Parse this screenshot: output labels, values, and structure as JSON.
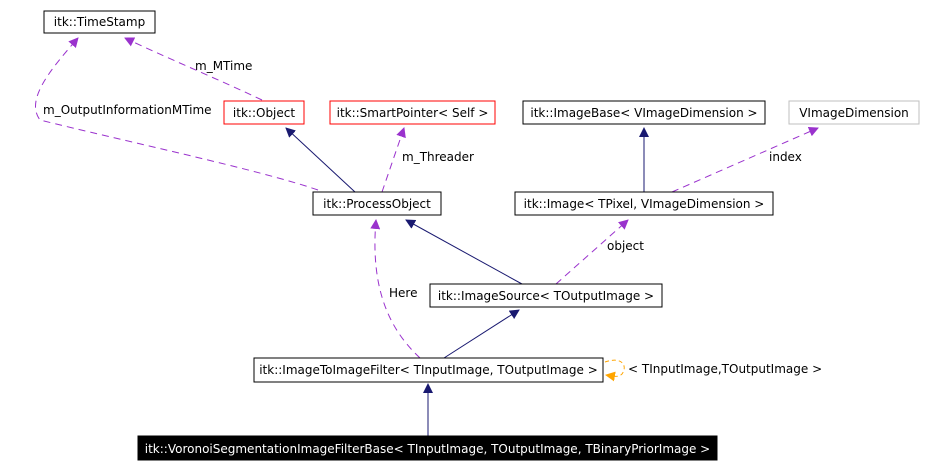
{
  "nodes": {
    "timestamp": {
      "label": "itk::TimeStamp",
      "border": "#000000",
      "fill": "#ffffff",
      "text": "#000000"
    },
    "object": {
      "label": "itk::Object",
      "border": "#ff0000",
      "fill": "#ffffff",
      "text": "#000000"
    },
    "smartpointer": {
      "label": "itk::SmartPointer< Self >",
      "border": "#ff0000",
      "fill": "#ffffff",
      "text": "#000000"
    },
    "imagebase": {
      "label": "itk::ImageBase< VImageDimension >",
      "border": "#000000",
      "fill": "#ffffff",
      "text": "#000000"
    },
    "vimagedimension": {
      "label": "VImageDimension",
      "border": "#bfbfbf",
      "fill": "#ffffff",
      "text": "#000000"
    },
    "processobject": {
      "label": "itk::ProcessObject",
      "border": "#000000",
      "fill": "#ffffff",
      "text": "#000000"
    },
    "image": {
      "label": "itk::Image< TPixel, VImageDimension >",
      "border": "#000000",
      "fill": "#ffffff",
      "text": "#000000"
    },
    "imagesource": {
      "label": "itk::ImageSource< TOutputImage >",
      "border": "#000000",
      "fill": "#ffffff",
      "text": "#000000"
    },
    "imagetoimagefilter": {
      "label": "itk::ImageToImageFilter< TInputImage, TOutputImage >",
      "border": "#000000",
      "fill": "#ffffff",
      "text": "#000000"
    },
    "voronoi": {
      "label": "itk::VoronoiSegmentationImageFilterBase< TInputImage, TOutputImage, TBinaryPriorImage >",
      "border": "#000000",
      "fill": "#000000",
      "text": "#ffffff"
    }
  },
  "edge_labels": {
    "m_mtime": "m_MTime",
    "m_outputinformationmtime": "m_OutputInformationMTime",
    "m_threader": "m_Threader",
    "index": "index",
    "object": "object",
    "here": "Here",
    "template_args": "< TInputImage,TOutputImage >"
  },
  "colors": {
    "inheritance": "#191970",
    "usage": "#9a32cd",
    "template": "#ffa500"
  }
}
